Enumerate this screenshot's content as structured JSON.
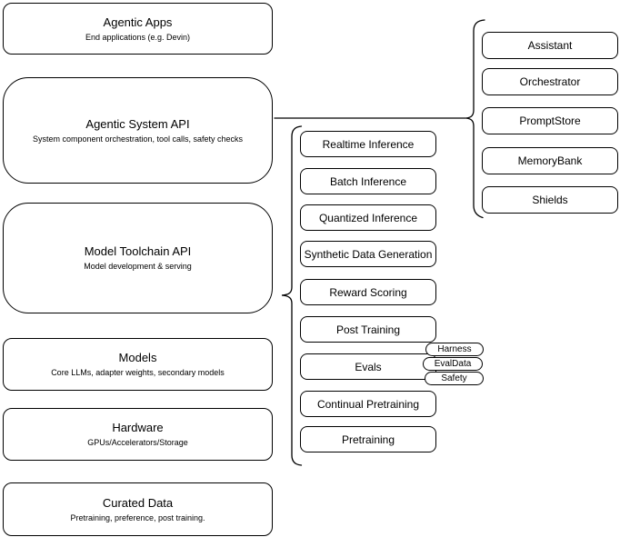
{
  "colors": {
    "background": "#ffffff",
    "stroke": "#000000",
    "text": "#000000"
  },
  "stack_layers": [
    {
      "title": "Agentic Apps",
      "subtitle": "End applications (e.g. Devin)"
    },
    {
      "title": "Agentic System API",
      "subtitle": "System component orchestration, tool calls, safety checks"
    },
    {
      "title": "Model Toolchain API",
      "subtitle": "Model development & serving"
    },
    {
      "title": "Models",
      "subtitle": "Core LLMs, adapter weights, secondary models"
    },
    {
      "title": "Hardware",
      "subtitle": "GPUs/Accelerators/Storage"
    },
    {
      "title": "Curated Data",
      "subtitle": "Pretraining, preference, post training."
    }
  ],
  "toolchain_services": [
    {
      "label": "Realtime Inference"
    },
    {
      "label": "Batch Inference"
    },
    {
      "label": "Quantized Inference"
    },
    {
      "label": "Synthetic Data Generation"
    },
    {
      "label": "Reward Scoring"
    },
    {
      "label": "Post Training"
    },
    {
      "label": "Evals"
    },
    {
      "label": "Continual Pretraining"
    },
    {
      "label": "Pretraining"
    }
  ],
  "evals_tags": [
    {
      "label": "Harness"
    },
    {
      "label": "EvalData"
    },
    {
      "label": "Safety"
    }
  ],
  "system_components": [
    {
      "label": "Assistant"
    },
    {
      "label": "Orchestrator"
    },
    {
      "label": "PromptStore"
    },
    {
      "label": "MemoryBank"
    },
    {
      "label": "Shields"
    }
  ]
}
